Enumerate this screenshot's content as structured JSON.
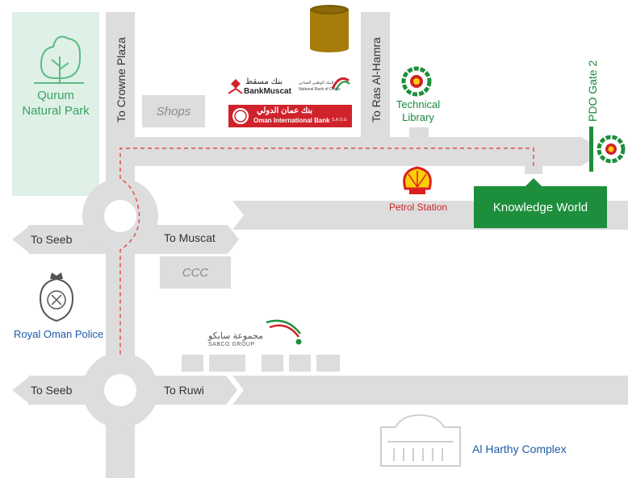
{
  "map": {
    "park": {
      "line1": "Qurum",
      "line2": "Natural Park"
    },
    "roads": {
      "to_crowne_plaza": "To Crowne Plaza",
      "to_ras_al_hamra": "To Ras Al-Hamra",
      "to_seeb_top": "To Seeb",
      "to_muscat": "To Muscat",
      "to_seeb_bottom": "To Seeb",
      "to_ruwi": "To Ruwi"
    },
    "places": {
      "shops": "Shops",
      "ccc": "CCC",
      "technical_library_line1": "Technical",
      "technical_library_line2": "Library",
      "petrol_station": "Petrol Station",
      "knowledge_world": "Knowledge World",
      "pdo_gate": "PDO Gate 2",
      "royal_oman_police": "Royal Oman Police",
      "al_harthy_complex": "Al Harthy Complex"
    },
    "logos": {
      "bank_muscat_ar": "بنك مسقط",
      "bank_muscat_en": "BankMuscat",
      "national_bank_ar": "البنك الوطني العماني",
      "national_bank_en": "National Bank of Oman",
      "oib_ar": "بنك عمان الدولي",
      "oib_en": "Oman International Bank",
      "oib_suffix": "S.A.O.G",
      "sabco_ar": "مجموعة سابكو",
      "sabco_en": "SABCO GROUP"
    },
    "colors": {
      "road": "#dddddd",
      "route": "#e05050",
      "brand_green": "#1d8e3c",
      "park_fill": "#dff0e6",
      "park_text": "#37a364",
      "bank_red": "#d0222a",
      "oil_drum": "#a67d0a",
      "shell_red": "#dd1d21",
      "shell_yellow": "#fbce07",
      "police_blue": "#1d5aa8"
    },
    "icons": {
      "park": "tree-icon",
      "library": "pdo-logo-icon",
      "pdo": "pdo-logo-icon",
      "petrol": "shell-logo-icon",
      "police": "police-emblem-icon",
      "landmark": "oil-drum-icon",
      "complex": "building-outline-icon"
    }
  }
}
